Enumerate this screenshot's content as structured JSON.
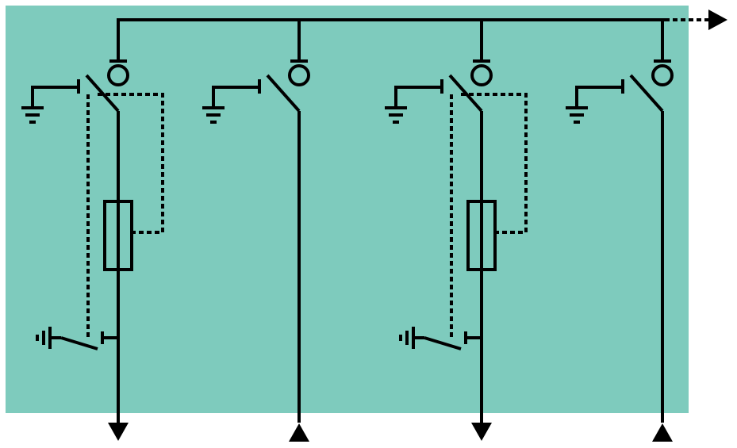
{
  "colors": {
    "panel": "#7ecbbd",
    "line": "#000000",
    "page": "#ffffff"
  },
  "feeders": [
    {
      "id": "feeder-1",
      "type": "fused-switch",
      "has_fuse": true,
      "has_earth_switch": true,
      "direction": "outgoing"
    },
    {
      "id": "feeder-2",
      "type": "load-break-switch",
      "has_fuse": false,
      "has_earth_switch": false,
      "direction": "incoming"
    },
    {
      "id": "feeder-3",
      "type": "fused-switch",
      "has_fuse": true,
      "has_earth_switch": true,
      "direction": "outgoing"
    },
    {
      "id": "feeder-4",
      "type": "load-break-switch",
      "has_fuse": false,
      "has_earth_switch": false,
      "direction": "incoming"
    }
  ],
  "busbar": {
    "extension": "dotted-arrow-right"
  }
}
